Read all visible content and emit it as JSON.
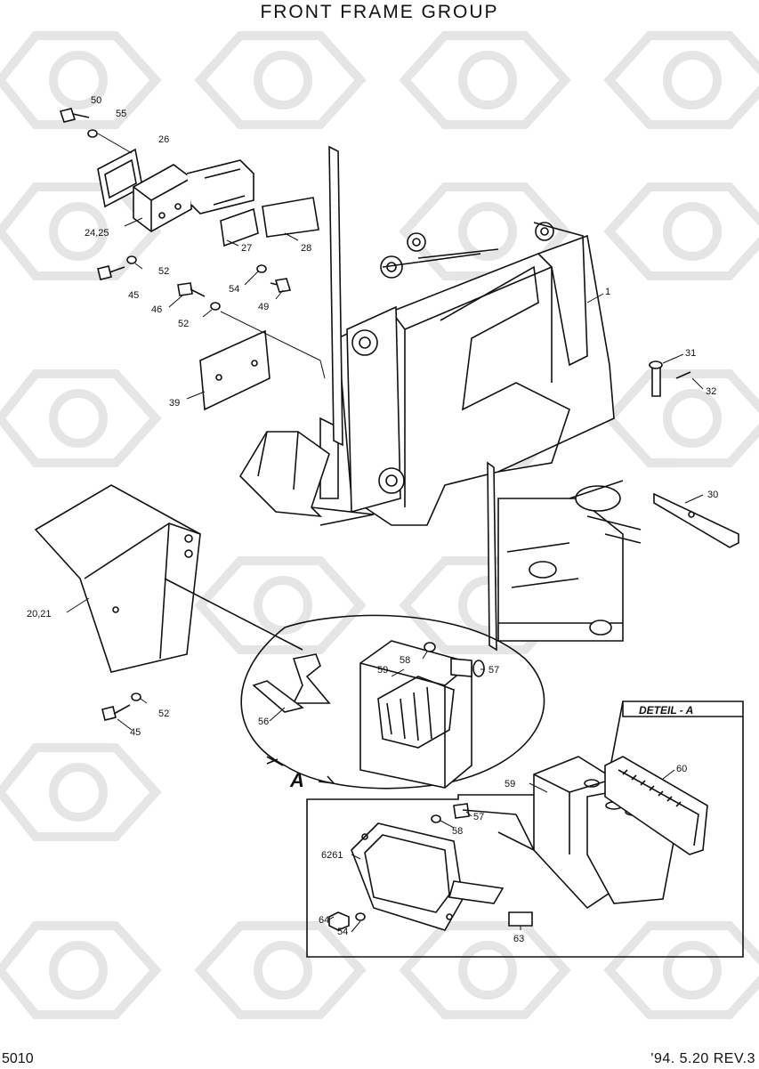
{
  "title": "FRONT FRAME GROUP",
  "page_number": "5010",
  "revision": "'94. 5.20  REV.3",
  "detail_label": "DETEIL - A",
  "view_marker": "A",
  "part_callouts": {
    "c50": "50",
    "c55": "55",
    "c26": "26",
    "c24_25": "24,25",
    "c27": "27",
    "c28": "28",
    "c52a": "52",
    "c45a": "45",
    "c54a": "54",
    "c49": "49",
    "c46": "46",
    "c52b": "52",
    "c1": "1",
    "c31": "31",
    "c32": "32",
    "c39": "39",
    "c30": "30",
    "c20_21": "20,21",
    "c58a": "58",
    "c59a": "59",
    "c57a": "57",
    "c56": "56",
    "c52c": "52",
    "c45b": "45",
    "c59b": "59",
    "c60": "60",
    "c57b": "57",
    "c58b": "58",
    "c6261": "6261",
    "c64": "64",
    "c54b": "54",
    "c63": "63"
  }
}
